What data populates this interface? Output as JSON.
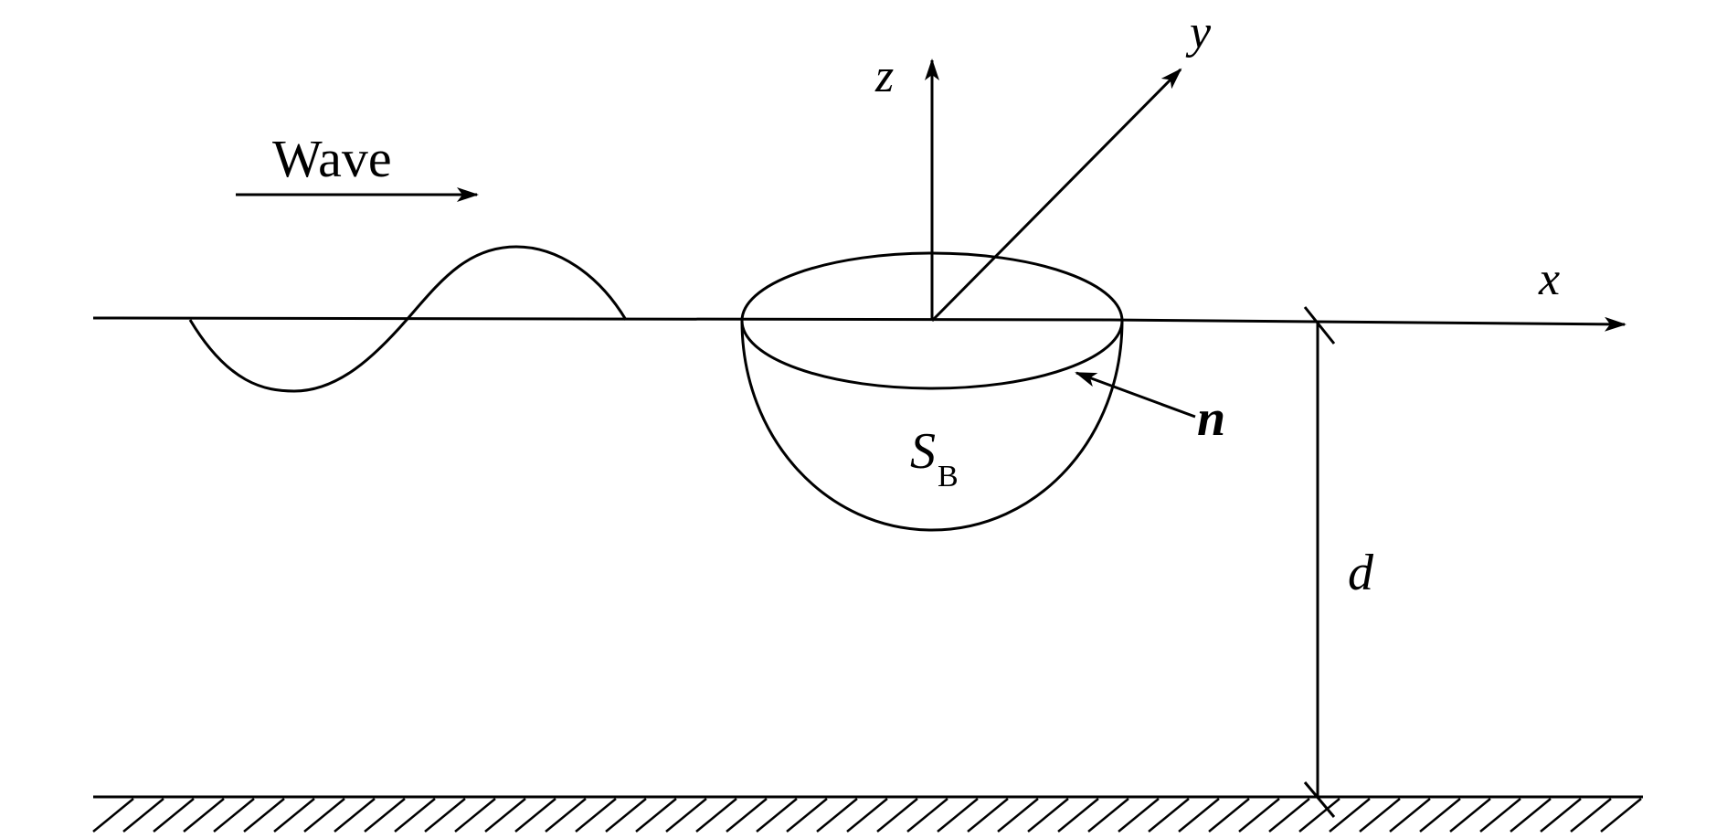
{
  "diagram": {
    "wave_label": "Wave",
    "axes": {
      "x": "x",
      "y": "y",
      "z": "z"
    },
    "normal_label": "n",
    "body_label": {
      "main": "S",
      "sub": "B"
    },
    "depth_label": "d",
    "colors": {
      "stroke": "#000000",
      "background": "#ffffff"
    }
  }
}
